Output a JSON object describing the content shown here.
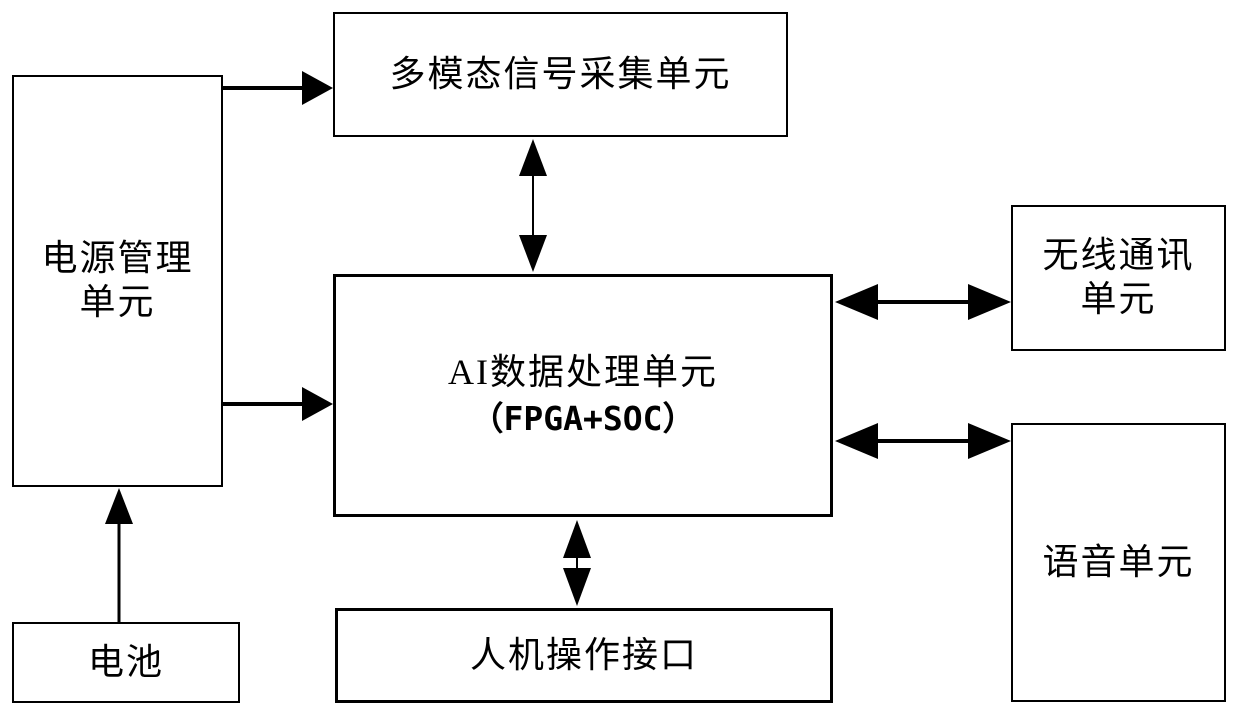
{
  "diagram": {
    "colors": {
      "line": "#000000",
      "text": "#000000",
      "background": "#ffffff"
    },
    "boxes": {
      "acquisition": {
        "label": "多模态信号采集单元"
      },
      "power": {
        "label": "电源管理\n单元"
      },
      "ai": {
        "label_line1": "AI数据处理单元",
        "label_line2": "（FPGA+SOC）"
      },
      "wireless": {
        "label": "无线通讯\n单元"
      },
      "voice": {
        "label": "语音单元"
      },
      "battery": {
        "label": "电池"
      },
      "hmi": {
        "label": "人机操作接口"
      }
    },
    "connections": [
      {
        "from": "电源管理单元",
        "to": "多模态信号采集单元",
        "type": "one-way"
      },
      {
        "from": "电源管理单元",
        "to": "AI数据处理单元（FPGA+SOC）",
        "type": "one-way"
      },
      {
        "from": "多模态信号采集单元",
        "to": "AI数据处理单元（FPGA+SOC）",
        "type": "two-way"
      },
      {
        "from": "AI数据处理单元（FPGA+SOC）",
        "to": "无线通讯单元",
        "type": "two-way"
      },
      {
        "from": "AI数据处理单元（FPGA+SOC）",
        "to": "语音单元",
        "type": "two-way"
      },
      {
        "from": "AI数据处理单元（FPGA+SOC）",
        "to": "人机操作接口",
        "type": "two-way"
      },
      {
        "from": "电池",
        "to": "电源管理单元",
        "type": "one-way"
      }
    ]
  }
}
